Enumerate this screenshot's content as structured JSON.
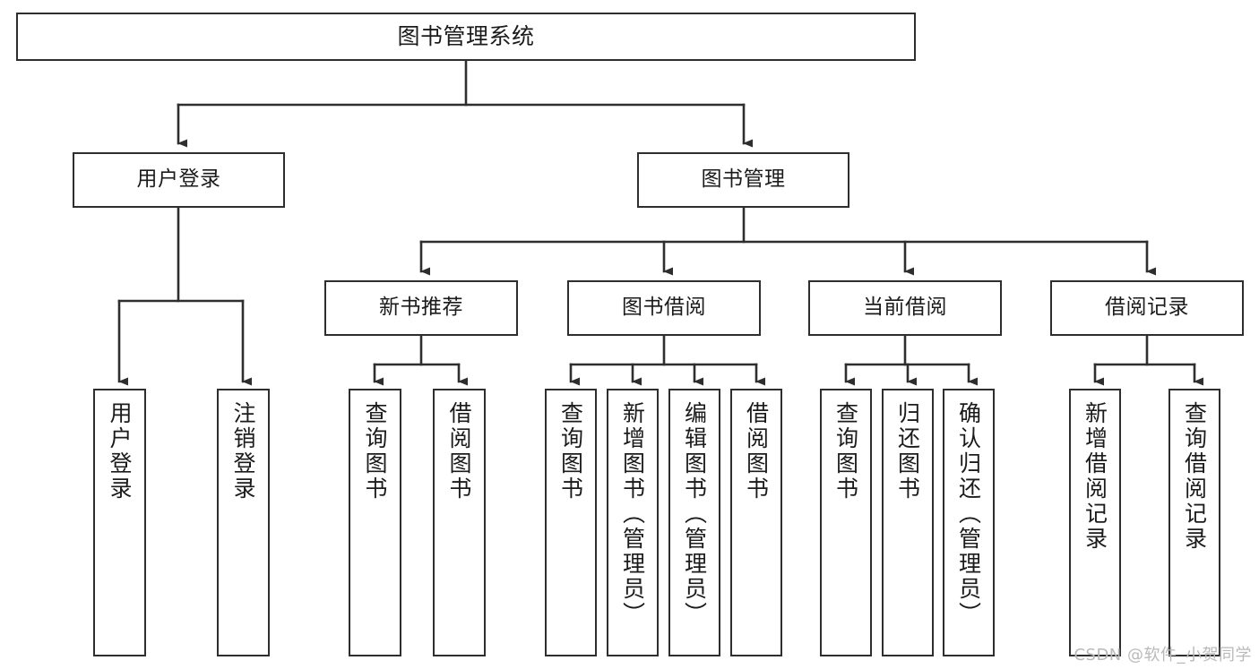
{
  "diagram": {
    "title": "图书管理系统",
    "watermark": "CSDN @软件_小贺同学",
    "colors": {
      "stroke": "#2e2e2e",
      "fill": "#ffffff",
      "text": "#1b1b1b",
      "watermark": "#b9b9b9"
    },
    "nodes": {
      "root": {
        "label": "图书管理系统"
      },
      "l2": [
        {
          "id": "user-login",
          "label": "用户登录"
        },
        {
          "id": "book-manage",
          "label": "图书管理"
        }
      ],
      "l3": [
        {
          "id": "new-book-recommend",
          "label": "新书推荐"
        },
        {
          "id": "book-borrow",
          "label": "图书借阅"
        },
        {
          "id": "current-borrow",
          "label": "当前借阅"
        },
        {
          "id": "borrow-record",
          "label": "借阅记录"
        }
      ],
      "leaves": [
        {
          "id": "leaf-user-login",
          "label": "用户登录",
          "parent": "user-login"
        },
        {
          "id": "leaf-logout-login",
          "label": "注销登录",
          "parent": "user-login"
        },
        {
          "id": "leaf-query-book-1",
          "label": "查询图书",
          "parent": "new-book-recommend"
        },
        {
          "id": "leaf-borrow-book-1",
          "label": "借阅图书",
          "parent": "new-book-recommend"
        },
        {
          "id": "leaf-query-book-2",
          "label": "查询图书",
          "parent": "book-borrow"
        },
        {
          "id": "leaf-add-book",
          "label": "新增图书（管理员）",
          "parent": "book-borrow"
        },
        {
          "id": "leaf-edit-book",
          "label": "编辑图书（管理员）",
          "parent": "book-borrow"
        },
        {
          "id": "leaf-borrow-book-2",
          "label": "借阅图书",
          "parent": "book-borrow"
        },
        {
          "id": "leaf-query-book-3",
          "label": "查询图书",
          "parent": "current-borrow"
        },
        {
          "id": "leaf-return-book",
          "label": "归还图书",
          "parent": "current-borrow"
        },
        {
          "id": "leaf-confirm-return",
          "label": "确认归还（管理员）",
          "parent": "current-borrow"
        },
        {
          "id": "leaf-add-record",
          "label": "新增借阅记录",
          "parent": "borrow-record"
        },
        {
          "id": "leaf-query-record",
          "label": "查询借阅记录",
          "parent": "borrow-record"
        }
      ]
    }
  }
}
